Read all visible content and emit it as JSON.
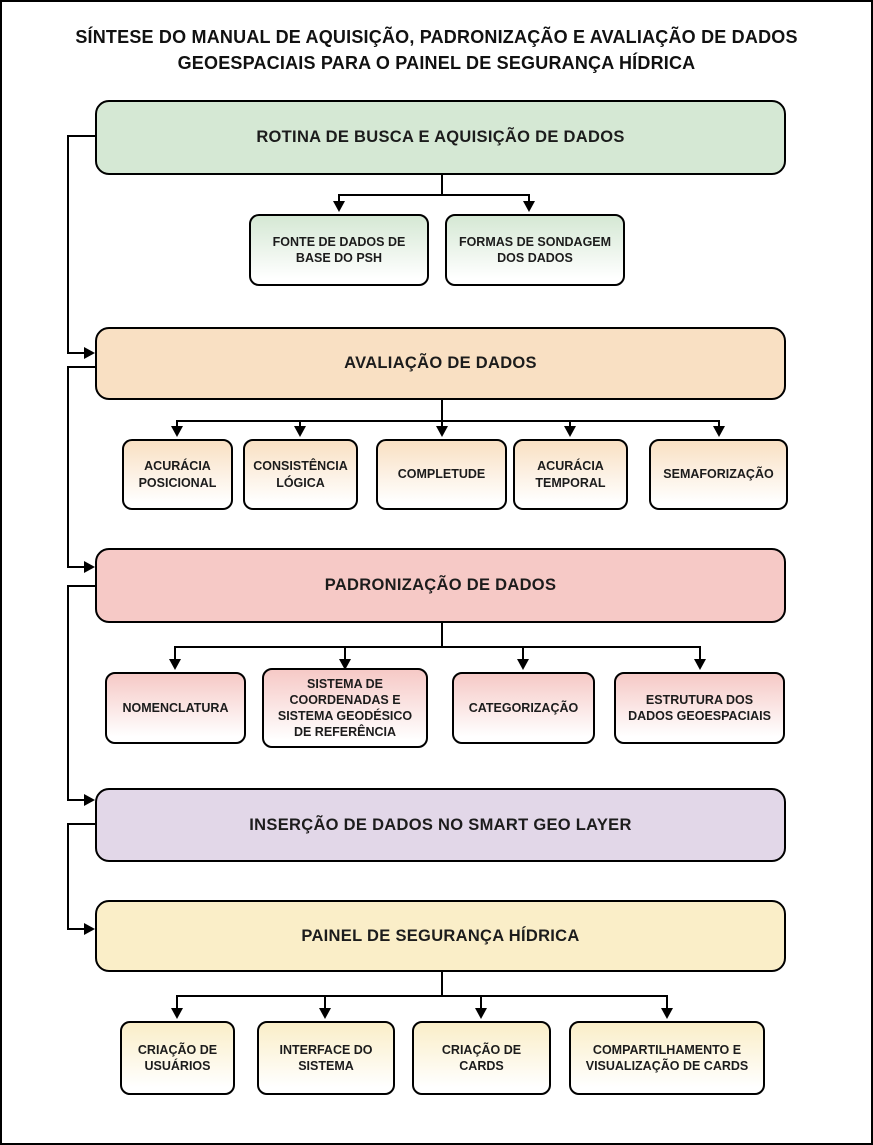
{
  "title": {
    "line1": "SÍNTESE DO MANUAL DE AQUISIÇÃO, PADRONIZAÇÃO E AVALIAÇÃO DE DADOS",
    "line2": "GEOESPACIAIS PARA O PAINEL DE SEGURANÇA HÍDRICA"
  },
  "colors": {
    "green": "#d5e8d4",
    "orange": "#f9e0c3",
    "red": "#f6c9c6",
    "purple": "#e2d7e8",
    "yellow": "#faeec8",
    "line": "#000000",
    "text": "#1c1c1c"
  },
  "sections": [
    {
      "label": "ROTINA DE BUSCA E AQUISIÇÃO DE DADOS",
      "color": "#d5e8d4",
      "children": [
        "FONTE DE DADOS DE BASE DO PSH",
        "FORMAS DE SONDAGEM DOS DADOS"
      ]
    },
    {
      "label": "AVALIAÇÃO DE DADOS",
      "color": "#f9e0c3",
      "children": [
        "ACURÁCIA POSICIONAL",
        "CONSISTÊNCIA LÓGICA",
        "COMPLETUDE",
        "ACURÁCIA TEMPORAL",
        "SEMAFORIZAÇÃO"
      ]
    },
    {
      "label": "PADRONIZAÇÃO DE DADOS",
      "color": "#f6c9c6",
      "children": [
        "NOMENCLATURA",
        "SISTEMA DE COORDENADAS E SISTEMA GEODÉSICO DE REFERÊNCIA",
        "CATEGORIZAÇÃO",
        "ESTRUTURA DOS DADOS GEOESPACIAIS"
      ]
    },
    {
      "label": "INSERÇÃO DE DADOS NO SMART GEO LAYER",
      "color": "#e2d7e8",
      "children": []
    },
    {
      "label": "PAINEL DE SEGURANÇA HÍDRICA",
      "color": "#faeec8",
      "children": [
        "CRIAÇÃO DE USUÁRIOS",
        "INTERFACE DO SISTEMA",
        "CRIAÇÃO DE CARDS",
        "COMPARTILHAMENTO E VISUALIZAÇÃO DE CARDS"
      ]
    }
  ]
}
